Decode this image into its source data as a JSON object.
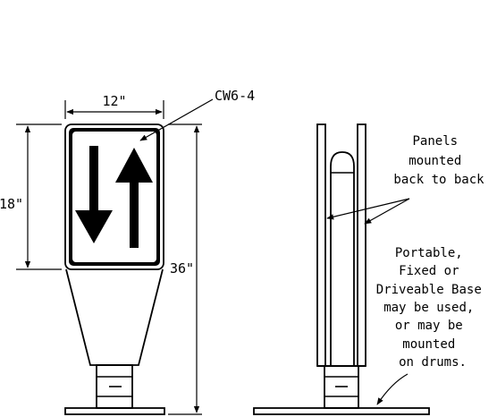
{
  "front_view": {
    "width_dim": "12\"",
    "sign_height_dim": "18\"",
    "overall_height_dim": "36\"",
    "sign_callout": "CW6-4"
  },
  "side_view": {
    "panels_note": [
      "Panels",
      "mounted",
      "back to back"
    ],
    "base_note": [
      "Portable,",
      "Fixed or",
      "Driveable Base",
      "may be used,",
      "or may be",
      "mounted",
      "on drums."
    ]
  }
}
